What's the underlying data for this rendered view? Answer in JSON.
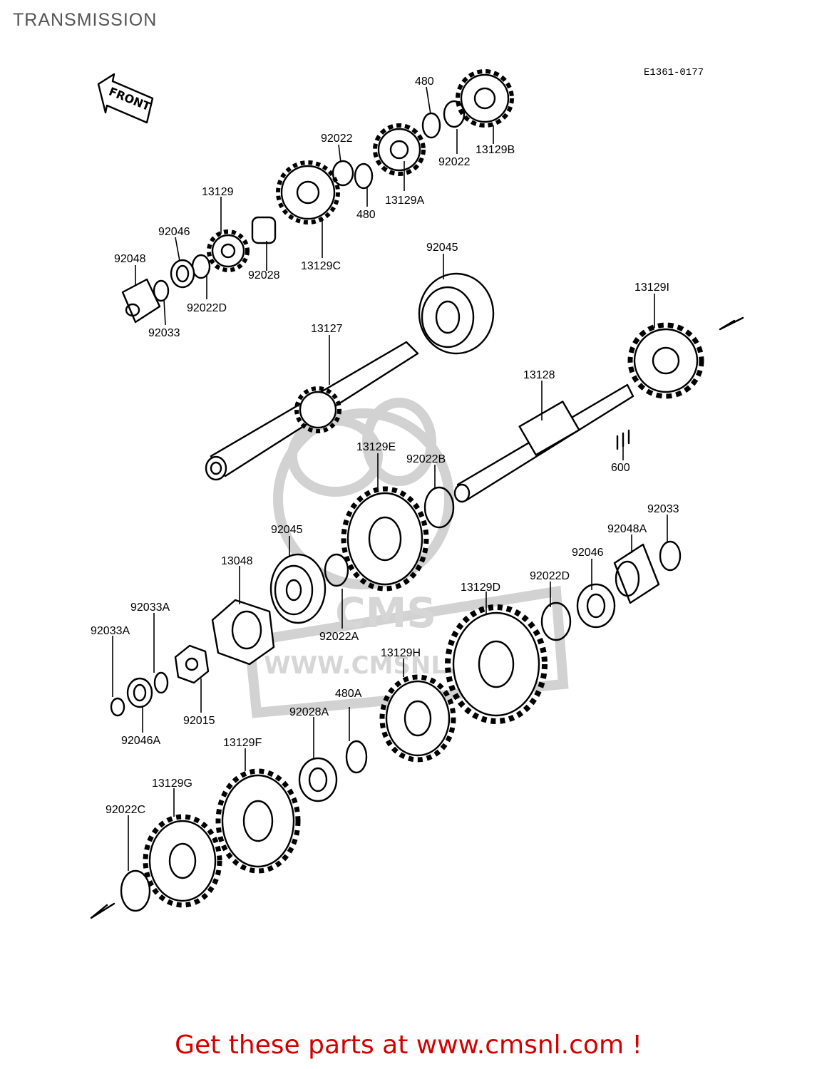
{
  "page": {
    "title": "TRANSMISSION"
  },
  "diagram": {
    "drawing_code": "E1361-0177",
    "front_label": "FRONT",
    "watermark": {
      "logo": "CMS",
      "url": "WWW.CMSNL.COM"
    }
  },
  "parts": [
    {
      "id": "480_a",
      "label": "480"
    },
    {
      "id": "92022_a",
      "label": "92022"
    },
    {
      "id": "480_b",
      "label": "480"
    },
    {
      "id": "13129A",
      "label": "13129A"
    },
    {
      "id": "92022_b",
      "label": "92022"
    },
    {
      "id": "13129B",
      "label": "13129B"
    },
    {
      "id": "13129",
      "label": "13129"
    },
    {
      "id": "92046_a",
      "label": "92046"
    },
    {
      "id": "92048",
      "label": "92048"
    },
    {
      "id": "92033_a",
      "label": "92033"
    },
    {
      "id": "92022D_a",
      "label": "92022D"
    },
    {
      "id": "92028",
      "label": "92028"
    },
    {
      "id": "13129C",
      "label": "13129C"
    },
    {
      "id": "92045_a",
      "label": "92045"
    },
    {
      "id": "13127",
      "label": "13127"
    },
    {
      "id": "13129I",
      "label": "13129I"
    },
    {
      "id": "13128",
      "label": "13128"
    },
    {
      "id": "600",
      "label": "600"
    },
    {
      "id": "13129E",
      "label": "13129E"
    },
    {
      "id": "92022B",
      "label": "92022B"
    },
    {
      "id": "92033_b",
      "label": "92033"
    },
    {
      "id": "92048A",
      "label": "92048A"
    },
    {
      "id": "92046_b",
      "label": "92046"
    },
    {
      "id": "92022D_b",
      "label": "92022D"
    },
    {
      "id": "92045_b",
      "label": "92045"
    },
    {
      "id": "13048",
      "label": "13048"
    },
    {
      "id": "13129D",
      "label": "13129D"
    },
    {
      "id": "92033A_a",
      "label": "92033A"
    },
    {
      "id": "92033A_b",
      "label": "92033A"
    },
    {
      "id": "92022A",
      "label": "92022A"
    },
    {
      "id": "13129H",
      "label": "13129H"
    },
    {
      "id": "92015",
      "label": "92015"
    },
    {
      "id": "92046A",
      "label": "92046A"
    },
    {
      "id": "480A",
      "label": "480A"
    },
    {
      "id": "92028A",
      "label": "92028A"
    },
    {
      "id": "13129F",
      "label": "13129F"
    },
    {
      "id": "13129G",
      "label": "13129G"
    },
    {
      "id": "92022C",
      "label": "92022C"
    }
  ],
  "footer": {
    "cta": "Get these parts at www.cmsnl.com !",
    "cta_color": "#d40000"
  }
}
